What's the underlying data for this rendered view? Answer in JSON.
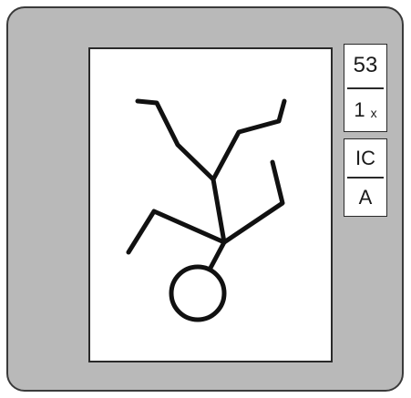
{
  "cards": {
    "top": {
      "number": "53",
      "count": "1",
      "multiplier": "x"
    },
    "bottom": {
      "top_code": "IC",
      "bottom_code": "A"
    }
  },
  "figure": {
    "description_icon": "inverted-stick-figure",
    "stroke_color": "#111111"
  }
}
